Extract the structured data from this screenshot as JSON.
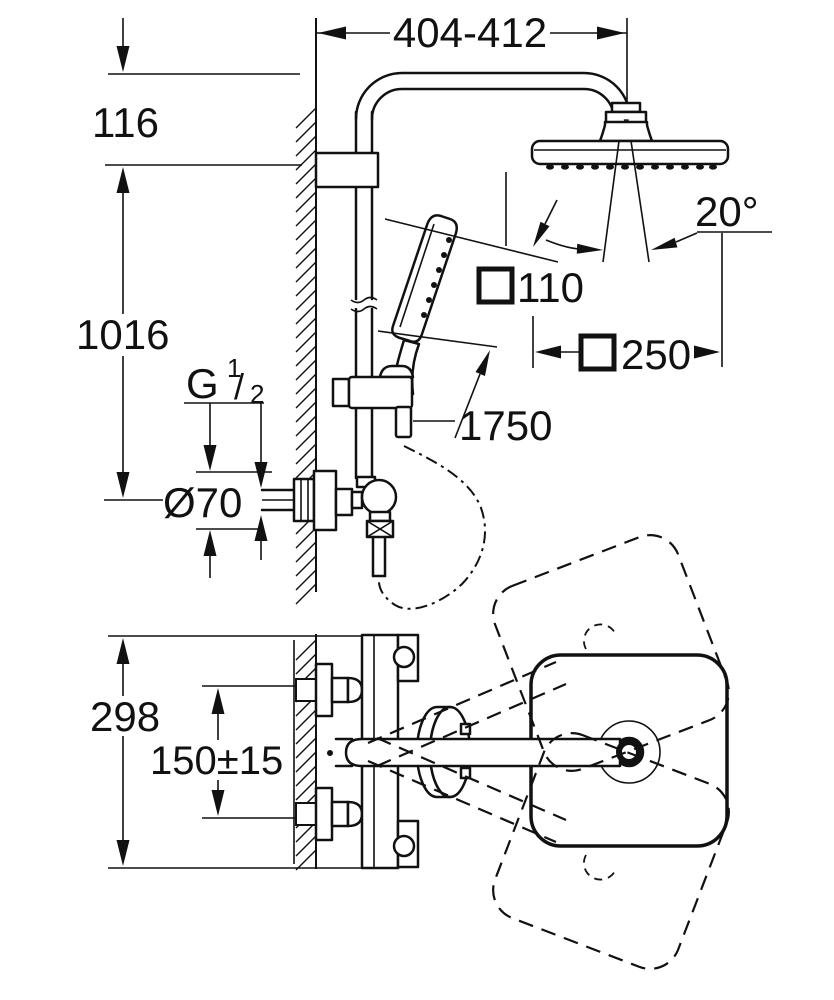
{
  "labels": {
    "top_width": "404-412",
    "bracket_offset": "116",
    "column_height": "1016",
    "tilt_angle": "20°",
    "hand_face_size": "110",
    "head_face_size": "250",
    "hose_length": "1750",
    "thread_g": "G",
    "thread_num": "1",
    "thread_slash": "/",
    "thread_den": "2",
    "escutcheon_dia": "Ø70",
    "valve_width": "298",
    "supply_spacing": "150±15"
  }
}
